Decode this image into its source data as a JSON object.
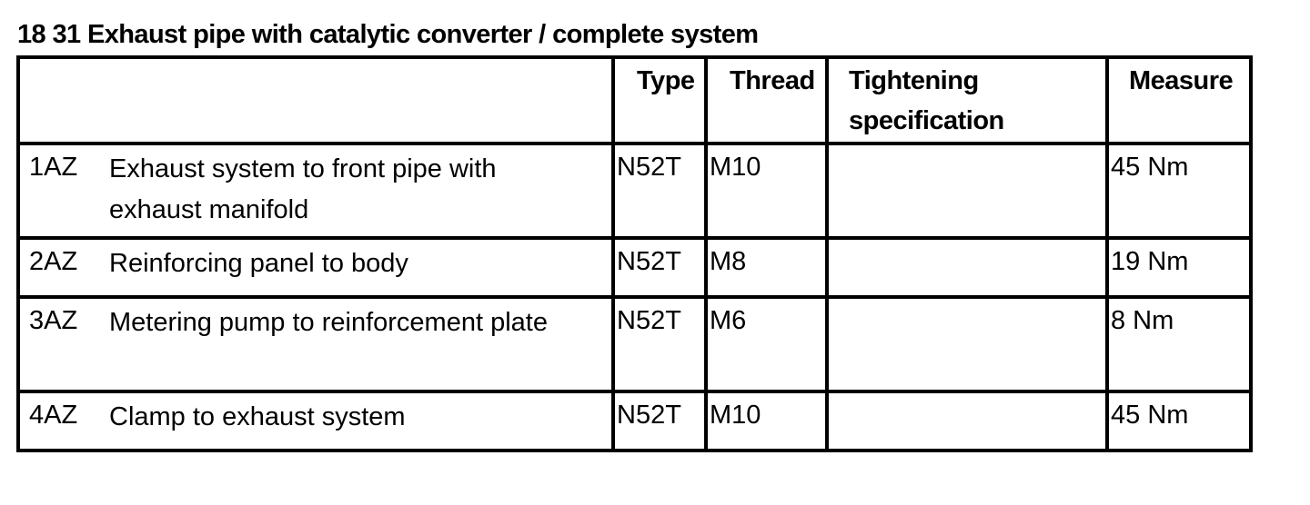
{
  "page": {
    "title": "18 31 Exhaust pipe with catalytic converter / complete system"
  },
  "table": {
    "headers": {
      "item": "",
      "type": "Type",
      "thread": "Thread",
      "tightening": "Tightening specification",
      "measure": "Measure"
    },
    "rows": [
      {
        "pos": "1AZ",
        "description": "Exhaust system to front pipe with exhaust manifold",
        "type": "N52T",
        "thread": "M10",
        "tightening": "",
        "measure": "45 Nm"
      },
      {
        "pos": "2AZ",
        "description": "Reinforcing panel to body",
        "type": "N52T",
        "thread": "M8",
        "tightening": "",
        "measure": "19 Nm"
      },
      {
        "pos": "3AZ",
        "description": "Metering pump to reinforcement plate",
        "type": "N52T",
        "thread": "M6",
        "tightening": "",
        "measure": "8 Nm"
      },
      {
        "pos": "4AZ",
        "description": "Clamp to exhaust system",
        "type": "N52T",
        "thread": "M10",
        "tightening": "",
        "measure": "45 Nm"
      }
    ]
  }
}
